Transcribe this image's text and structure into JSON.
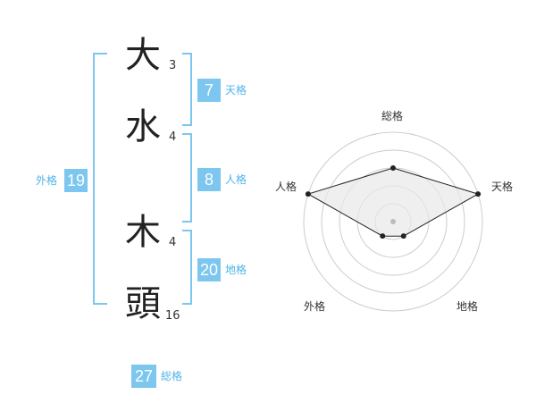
{
  "name": {
    "chars": [
      {
        "char": "大",
        "strokes": "3"
      },
      {
        "char": "水",
        "strokes": "4"
      },
      {
        "char": "木",
        "strokes": "4"
      },
      {
        "char": "頭",
        "strokes": "16"
      }
    ]
  },
  "fortune": {
    "tenkaku": {
      "value": "7",
      "label": "天格"
    },
    "jinkaku": {
      "value": "8",
      "label": "人格"
    },
    "chikaku": {
      "value": "20",
      "label": "地格"
    },
    "gaikaku": {
      "value": "19",
      "label": "外格"
    },
    "soukaku": {
      "value": "27",
      "label": "総格"
    }
  },
  "radar": {
    "labels": {
      "top": "総格",
      "right": "天格",
      "bottom_right": "地格",
      "bottom_left": "外格",
      "left": "人格"
    },
    "levels": 5,
    "scores": {
      "soukaku": 3,
      "tenkaku": 5,
      "chikaku": 1,
      "gaikaku": 1,
      "jinkaku": 5
    },
    "colors": {
      "ring": "#cccccc",
      "fill": "#e8e8e8",
      "line": "#222222",
      "point": "#222222",
      "center": "#bbbbbb"
    }
  },
  "colors": {
    "accent": "#7cc6f0",
    "bracket": "#7cc6f0",
    "accent_text": "#4fb3ea"
  }
}
